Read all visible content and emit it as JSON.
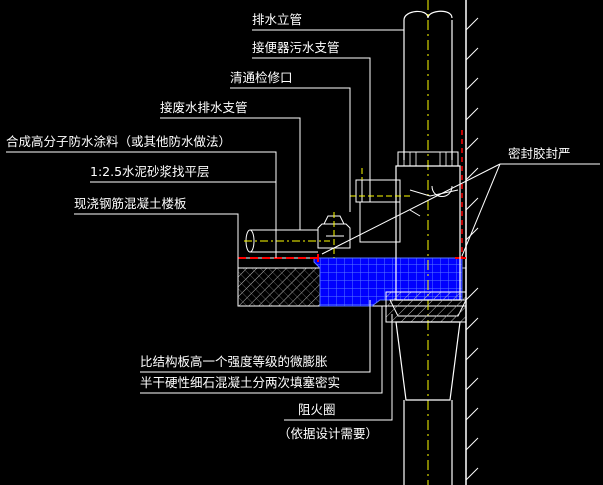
{
  "labels": {
    "drain_stack": "排水立管",
    "toilet_branch": "接便器污水支管",
    "cleanout": "清通检修口",
    "waste_branch": "接废水排水支管",
    "waterproof_coating": "合成高分子防水涂料（或其他防水做法）",
    "mortar_layer": "1:2.5水泥砂浆找平层",
    "concrete_slab": "现浇钢筋混凝土楼板",
    "sealant": "密封胶封严",
    "infill_line1": "比结构板高一个强度等级的微膨胀",
    "infill_line2": "半干硬性细石混凝土分两次填塞密实",
    "fire_collar": "阻火圈",
    "fire_collar_note": "（依据设计需要）"
  },
  "colors": {
    "background": "#000000",
    "lines": "#ffffff",
    "pipe_axis": "#ffff00",
    "waterproof": "#ff0000",
    "infill": "#0000ff",
    "infill_grid": "#5a78ff",
    "hatch": "#cccccc"
  }
}
